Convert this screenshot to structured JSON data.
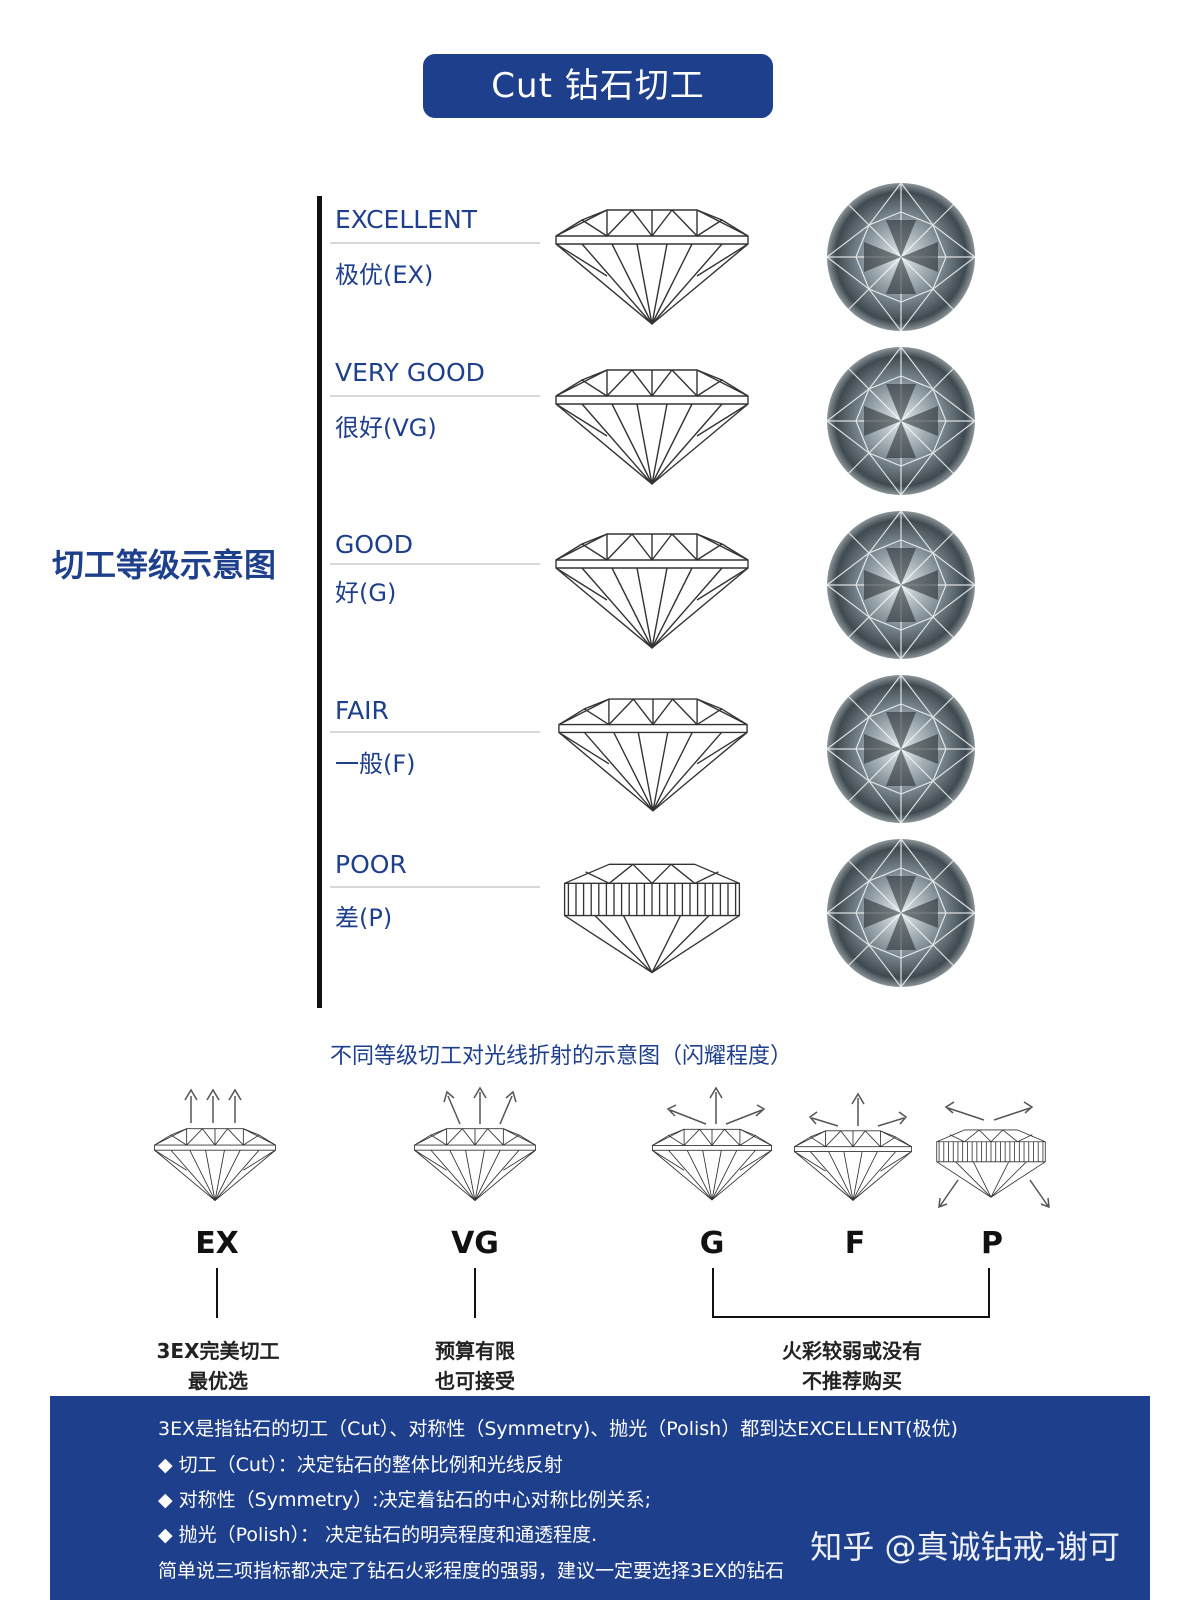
{
  "header": {
    "title": "Cut 钻石切工"
  },
  "side_title": "切工等级示意图",
  "grades": [
    {
      "en": "EXCELLENT",
      "cn": "极优(EX)"
    },
    {
      "en": "VERY GOOD",
      "cn": "很好(VG)"
    },
    {
      "en": "GOOD",
      "cn": "好(G)"
    },
    {
      "en": "FAIR",
      "cn": "一般(F)"
    },
    {
      "en": "POOR",
      "cn": "差(P)"
    }
  ],
  "refraction": {
    "caption": "不同等级切工对光线折射的示意图（闪耀程度）",
    "labels": [
      "EX",
      "VG",
      "G",
      "F",
      "P"
    ],
    "conclusions": [
      {
        "line1": "3EX完美切工",
        "line2": "最优选"
      },
      {
        "line1": "预算有限",
        "line2": "也可接受"
      },
      {
        "line1": "火彩较弱或没有",
        "line2": "不推荐购买"
      }
    ]
  },
  "info": {
    "lines": [
      "3EX是指钻石的切工（Cut）、对称性（Symmetry)、抛光（Polish）都到达EXCELLENT(极优)",
      "◆  切工（Cut）：决定钻石的整体比例和光线反射",
      "◆  对称性（Symmetry）:决定着钻石的中心对称比例关系;",
      "◆  抛光（Polish）：  决定钻石的明亮程度和通透程度.",
      "简单说三项指标都决定了钻石火彩程度的强弱，建议一定要选择3EX的钻石"
    ],
    "watermark": "知乎 @真诚钻戒-谢可"
  },
  "icons": {
    "diamond_profile": "diamond-profile-icon",
    "diamond_photo": "diamond-photo-icon",
    "light_arrow": "light-arrow-icon"
  },
  "colors": {
    "brand_blue": "#1e3f8c",
    "text_dark": "#111111"
  }
}
